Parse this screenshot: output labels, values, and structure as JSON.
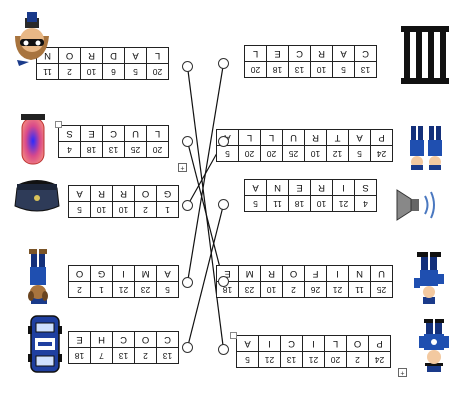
{
  "left_words": [
    {
      "letters": [
        "P",
        "O",
        "L",
        "I",
        "C",
        "I",
        "A"
      ],
      "codes": [
        "24",
        "2",
        "20",
        "21",
        "13",
        "21",
        "5"
      ]
    },
    {
      "letters": [
        "U",
        "N",
        "I",
        "F",
        "O",
        "R",
        "M",
        "E"
      ],
      "codes": [
        "25",
        "11",
        "21",
        "26",
        "2",
        "10",
        "23",
        "18"
      ]
    },
    {
      "letters": [
        "S",
        "I",
        "R",
        "E",
        "N",
        "A"
      ],
      "codes": [
        "4",
        "21",
        "10",
        "18",
        "11",
        "5"
      ]
    },
    {
      "letters": [
        "P",
        "A",
        "T",
        "R",
        "U",
        "L",
        "L",
        "A"
      ],
      "codes": [
        "24",
        "5",
        "12",
        "10",
        "25",
        "20",
        "20",
        "5"
      ]
    },
    {
      "letters": [
        "C",
        "A",
        "R",
        "C",
        "E",
        "L"
      ],
      "codes": [
        "13",
        "5",
        "10",
        "13",
        "18",
        "20"
      ]
    }
  ],
  "right_words": [
    {
      "letters": [
        "C",
        "O",
        "C",
        "H",
        "E"
      ],
      "codes": [
        "13",
        "2",
        "13",
        "7",
        "18"
      ]
    },
    {
      "letters": [
        "A",
        "M",
        "I",
        "G",
        "O"
      ],
      "codes": [
        "5",
        "23",
        "21",
        "1",
        "2"
      ]
    },
    {
      "letters": [
        "G",
        "O",
        "R",
        "R",
        "A"
      ],
      "codes": [
        "1",
        "2",
        "10",
        "10",
        "5"
      ]
    },
    {
      "letters": [
        "L",
        "U",
        "C",
        "E",
        "S"
      ],
      "codes": [
        "20",
        "25",
        "13",
        "18",
        "4"
      ]
    },
    {
      "letters": [
        "L",
        "A",
        "D",
        "R",
        "O",
        "N"
      ],
      "codes": [
        "20",
        "5",
        "6",
        "10",
        "2",
        "11"
      ]
    }
  ],
  "icons": {
    "left": [
      "policeman-icon",
      "policeman-running-icon",
      "siren-speaker-icon",
      "police-officers-icon",
      "jail-bars-icon"
    ],
    "right": [
      "police-car-icon",
      "police-dog-icon",
      "police-cap-icon",
      "siren-light-icon",
      "thief-icon"
    ]
  },
  "connections": [
    [
      0,
      4
    ],
    [
      1,
      3
    ],
    [
      2,
      0
    ],
    [
      3,
      2
    ],
    [
      4,
      1
    ]
  ]
}
